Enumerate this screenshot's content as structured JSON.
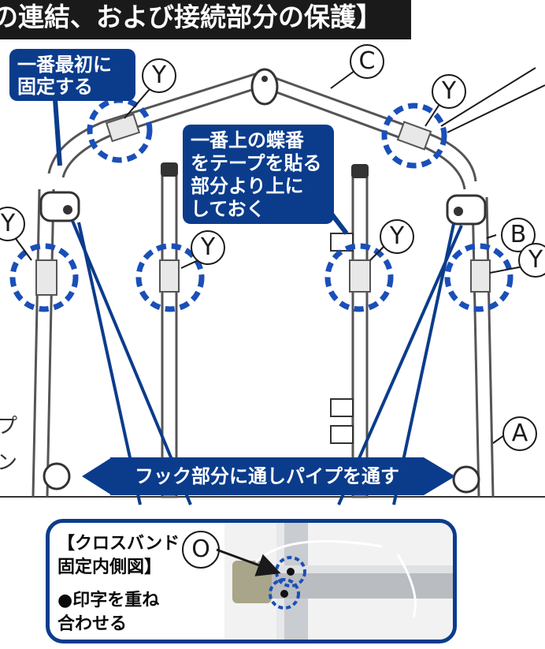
{
  "header": {
    "title": "の連結、および接続部分の保護】"
  },
  "callouts": {
    "first_fix": {
      "line1": "一番最初に",
      "line2": "固定する"
    },
    "top_hinge": {
      "line1": "一番上の蝶番",
      "line2": "をテープを貼る",
      "line3": "部分より上に",
      "line4": "しておく"
    }
  },
  "labels": {
    "y": "Y",
    "c": "C",
    "b": "B",
    "a": "A",
    "o": "O"
  },
  "banner": {
    "text": "フック部分に通しパイプを通す"
  },
  "inset": {
    "title_line1": "【クロスバンド",
    "title_line2": "固定内側図】",
    "note_line1": "●印字を重ね",
    "note_line2": "合わせる"
  },
  "left_edge_chars": {
    "c1": "プ",
    "c2": "ン"
  },
  "colors": {
    "accent_blue": "#0b3c8c",
    "header_black": "#1a1a1a",
    "dashed_blue": "#1a4fb8"
  }
}
